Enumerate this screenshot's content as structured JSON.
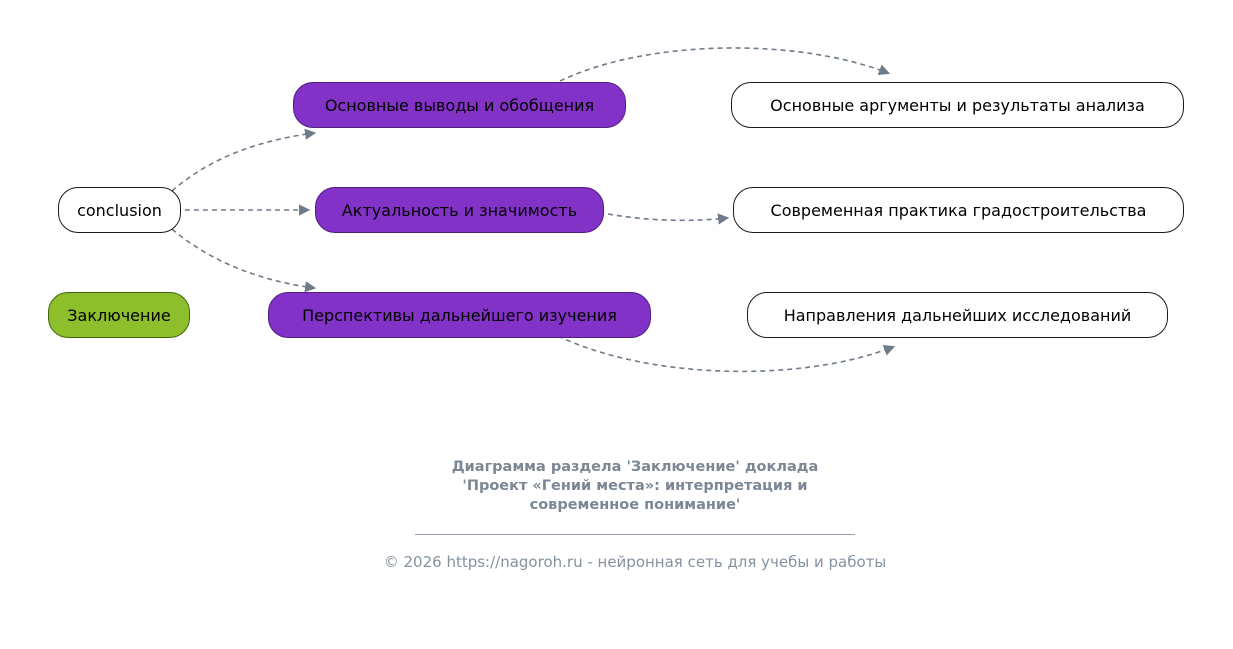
{
  "diagram": {
    "root_node": {
      "label": "conclusion"
    },
    "section_node": {
      "label": "Заключение"
    },
    "topics": [
      {
        "label": "Основные выводы и обобщения",
        "detail": "Основные аргументы и результаты анализа"
      },
      {
        "label": "Актуальность и значимость",
        "detail": "Современная практика градостроительства"
      },
      {
        "label": "Перспективы дальнейшего изучения",
        "detail": "Направления дальнейших исследований"
      }
    ],
    "edges": [
      {
        "from": "conclusion",
        "to": "Основные выводы и обобщения"
      },
      {
        "from": "conclusion",
        "to": "Актуальность и значимость"
      },
      {
        "from": "conclusion",
        "to": "Перспективы дальнейшего изучения"
      },
      {
        "from": "Основные выводы и обобщения",
        "to": "Основные аргументы и результаты анализа"
      },
      {
        "from": "Актуальность и значимость",
        "to": "Современная практика градостроительства"
      },
      {
        "from": "Перспективы дальнейшего изучения",
        "to": "Направления дальнейших исследований"
      }
    ],
    "colors": {
      "topic_fill": "#8232c6",
      "topic_border": "#4f1e82",
      "section_fill": "#8dbf2c",
      "section_border": "#44660a",
      "detail_fill": "#ffffff",
      "detail_border": "#1a1a1a",
      "arrow": "#6e7b8a"
    }
  },
  "caption": {
    "line1": "Диаграмма раздела 'Заключение' доклада",
    "line2": "'Проект «Гений места»: интерпретация и",
    "line3": "современное понимание'"
  },
  "footer": {
    "text": "© 2026 https://nagoroh.ru - нейронная сеть для учебы и работы"
  }
}
